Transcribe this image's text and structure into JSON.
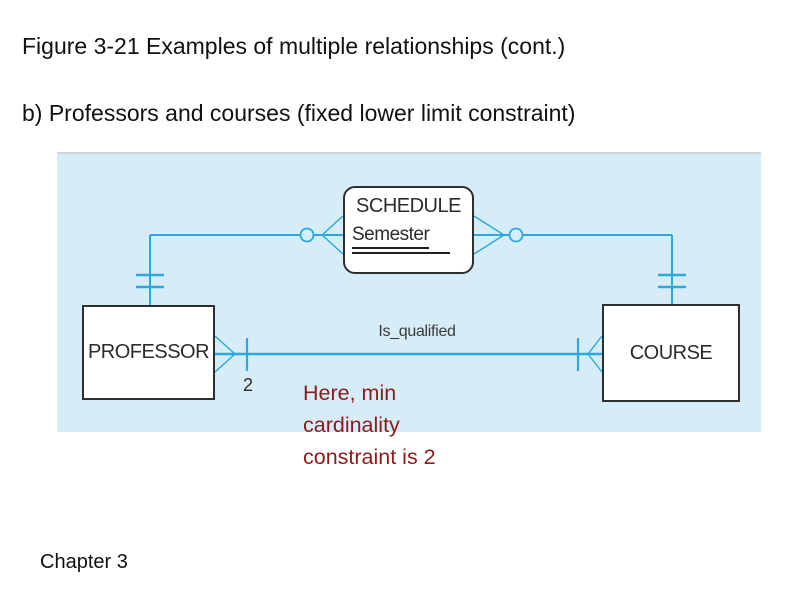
{
  "slide": {
    "title": "Figure 3-21 Examples of multiple relationships (cont.)",
    "subtitle": "b) Professors and courses (fixed lower limit constraint)",
    "footer": "Chapter 3"
  },
  "diagram": {
    "entities": {
      "schedule": {
        "label": "SCHEDULE",
        "attribute": "Semester"
      },
      "professor": {
        "label": "PROFESSOR"
      },
      "course": {
        "label": "COURSE"
      }
    },
    "relationship": {
      "label": "Is_qualified",
      "min_cardinality": "2"
    },
    "annotation": {
      "lines": [
        "Here, min",
        "cardinality",
        "constraint is 2"
      ],
      "color": "#8e1b1b"
    },
    "colors": {
      "diagram_background": "#d6edf8",
      "connector_line": "#29a9dd",
      "entity_border": "#2e2e2e",
      "annotation_red": "#8e1b1b"
    }
  }
}
